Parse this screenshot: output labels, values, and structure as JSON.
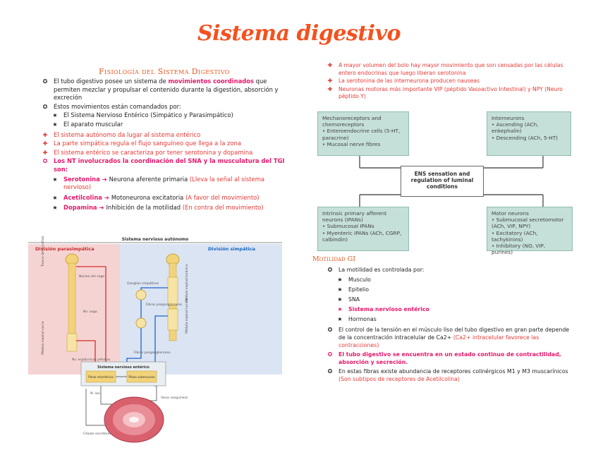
{
  "title": "Sistema digestivo",
  "left": {
    "heading": "Fisiología del Sistema Digestivo",
    "intro_prefix": "El tubo digestivo posee un sistema de ",
    "intro_highlight": "movimientos coordinados",
    "intro_suffix": " que permiten mezclar y propulsar el contenido durante la digestión, absorción y excreción",
    "controlled_by": "Estos movimientos están comandados por:",
    "controllers": [
      "El Sistema Nervioso Entérico (Simpático y Parasimpático)",
      "El aparato muscular"
    ],
    "red_points": [
      "El sistema autónomo da lugar al sistema entérico",
      "La parte simpática regula el flujo sanguíneo que llega a la zona",
      "El sistema entérico se caracteriza por tener serotonina y dopamina"
    ],
    "nt_heading": "Los NT involucrados la coordinación del SNA y la musculatura del TGI son:",
    "nts": [
      {
        "name": "Serotonina",
        "desc": "Neurona aferente primaria",
        "note": "(Lleva la señal al sistema nervioso)"
      },
      {
        "name": "Acetilcolina",
        "desc": "Motoneurona excitatoria",
        "note": "(A favor del movimiento)"
      },
      {
        "name": "Dopamina",
        "desc": "Inhibición de la motilidad",
        "note": "(En contra del movimiento)"
      }
    ]
  },
  "figure": {
    "header": "Sistema nervioso autónomo",
    "parasympathetic": "División parasimpática",
    "sympathetic": "División simpática",
    "labels": {
      "tronco": "Tronco del encéfalo",
      "nucleo": "Núcleo del vago",
      "vago": "Nv. vago",
      "medula": "Médula espinal sacra",
      "pelvicos": "Nv. esplácnicos pélvicos",
      "ganglios": "Ganglios simpáticos",
      "preganglionares": "Fibras preganglionares",
      "posganglionares": "Fibras posganglionares",
      "toracica": "Médula espinal torácica",
      "lumbar": "Médula espinal lumbar",
      "enteric": "Sistema nervioso entérico",
      "mienterico": "Plexo mientérico",
      "submucoso": "Plexo submucoso",
      "musculo": "M. liso",
      "vasos": "Vasos sanguíneos",
      "celulas": "Células secretoras"
    }
  },
  "right": {
    "points": [
      "A mayor volumen del bolo hay mayor movimiento que son censadas por las células entero endocrinas que luego liberan serotonina",
      "La serotonina de las interneurona producen nauseas",
      "Neuronas motoras más importante VIP (péptido Vasoactivo Intestinal) y NPY (Neuro péptido Y)"
    ]
  },
  "ens": {
    "mechano_title": "Mechanoreceptors and chemoreceptors",
    "mechano_items": [
      "Enteroendocrine cells (5-HT, paracrine)",
      "Mucosal nerve fibres"
    ],
    "inter_title": "Interneurons",
    "inter_items": [
      "Ascending (ACh, enkephalin)",
      "Descending (ACh, 5-HT)"
    ],
    "center": "ENS sensation and regulation of luminal conditions",
    "ipan_title": "Intrinsic primary afferent neurons (IPANs)",
    "ipan_items": [
      "Submucosal IPANs",
      "Myenteric IPANs (ACh, CGRP, calbindin)"
    ],
    "motor_title": "Motor neurons",
    "motor_items": [
      "Submucosal secretomotor (ACh, VIP, NPY)",
      "Excitatory (ACh, tachykinins)",
      "Inhibitory (NO, VIP, purines)"
    ]
  },
  "motility": {
    "heading": "Motilidad GI",
    "controlled": "La motilidad es controlada por:",
    "items": [
      "Musculo",
      "Epitelio",
      "SNA",
      "Sistema nervioso entérico",
      "Hormonas"
    ],
    "tension": "El control de la tensión en el músculo liso del tubo digestivo en gran parte depende de la concentración intracelular de Ca2+",
    "tension_note": "(Ca2+ intracelular favorece las contracciones)",
    "state": "El tubo digestivo se encuentra en un estado continuo de contractilidad, absorción y secreción.",
    "receptors": "En estas fibras existe abundancia de receptores colinérgicos M1 y M3 muscarínicos",
    "receptors_note": "(Son subtipos de receptores de Acetilcolina)"
  },
  "colors": {
    "title": "#f4511e",
    "red": "#e53935",
    "pink": "#e6186b",
    "teal": "#c5dfd9"
  }
}
